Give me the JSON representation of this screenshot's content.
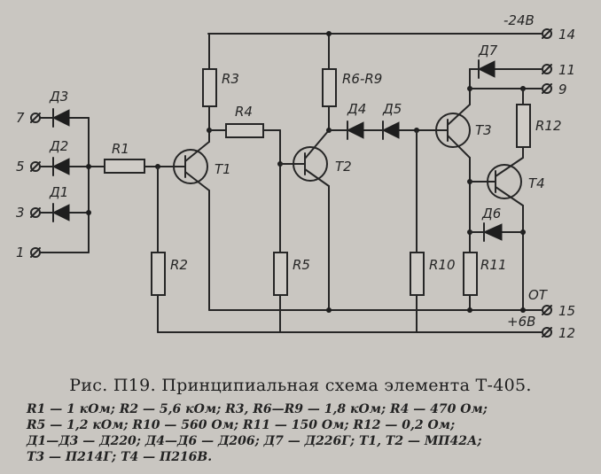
{
  "components": {
    "resistors": [
      "R1",
      "R2",
      "R3",
      "R4",
      "R5",
      "R6-R9",
      "R10",
      "R11",
      "R12"
    ],
    "diodes": [
      "Д1",
      "Д2",
      "Д3",
      "Д4",
      "Д5",
      "Д6",
      "Д7"
    ],
    "transistors": [
      "T1",
      "T2",
      "T3",
      "T4"
    ]
  },
  "terminals": {
    "t7": "7",
    "t5": "5",
    "t3": "3",
    "t1": "1",
    "t14": "14",
    "t11": "11",
    "t9": "9",
    "t15": "15",
    "t12": "12"
  },
  "supply": {
    "neg": "-24B",
    "common": "OT",
    "pos": "+6B"
  },
  "caption": "Рис. П19. Принципиальная схема элемента Т-405.",
  "spec_lines": [
    "R1 — 1 кОм;  R2 — 5,6 кОм;  R3, R6—R9 — 1,8 кОм;  R4 — 470 Ом;",
    "R5 — 1,2 кОм;  R10 — 560 Ом;  R11 — 150 Ом;  R12 — 0,2 Ом;",
    "Д1—Д3 — Д220;  Д4—Д6 — Д206;  Д7 — Д226Г;  T1,  T2 — МП42А;",
    "T3 — П214Г;  T4 — П216В."
  ]
}
